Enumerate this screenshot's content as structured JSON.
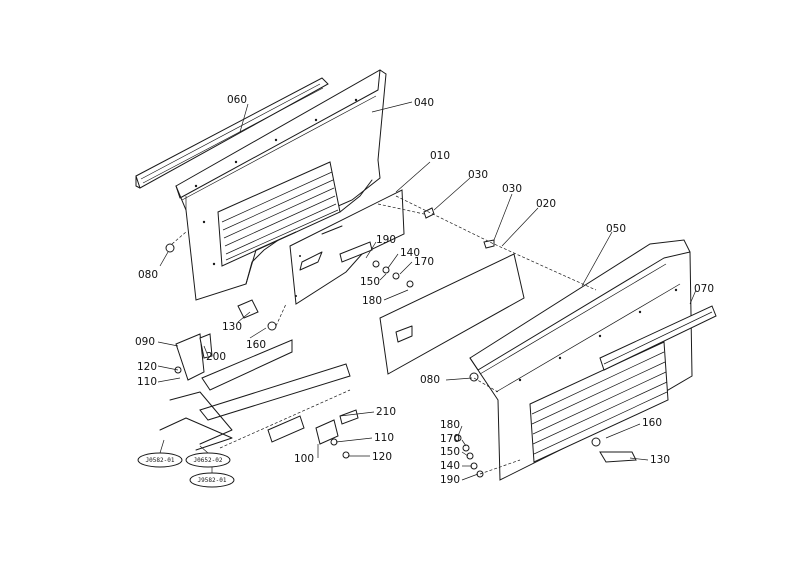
{
  "labels": {
    "p010": "010",
    "p020": "020",
    "p030a": "030",
    "p030b": "030",
    "p040": "040",
    "p050": "050",
    "p060": "060",
    "p070": "070",
    "p080a": "080",
    "p080b": "080",
    "p090": "090",
    "p100": "100",
    "p110a": "110",
    "p110b": "110",
    "p120a": "120",
    "p120b": "120",
    "p130a": "130",
    "p130b": "130",
    "p140a": "140",
    "p140b": "140",
    "p150a": "150",
    "p150b": "150",
    "p160a": "160",
    "p160b": "160",
    "p170a": "170",
    "p170b": "170",
    "p180a": "180",
    "p180b": "180",
    "p190a": "190",
    "p190b": "190",
    "p200": "200",
    "p210": "210"
  },
  "refs": {
    "r1": "J0582-01",
    "r2": "J0652-02",
    "r3": "J9582-01"
  }
}
